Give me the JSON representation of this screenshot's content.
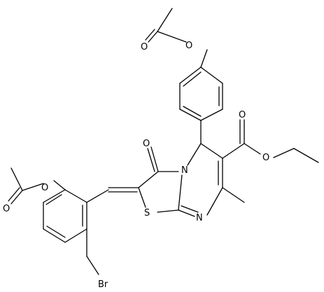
{
  "diagram": {
    "atoms": {
      "o_acetyl_top_ether": "O",
      "o_acetyl_top_carbonyl": "O",
      "o_acetyl_left_ether": "O",
      "o_acetyl_left_carbonyl": "O",
      "o_ring_carbonyl": "O",
      "o_ester_carbonyl": "O",
      "o_ester_ether": "O",
      "n_ring_fused": "N",
      "n_ring_imine": "N",
      "s_thiazole": "S",
      "br": "Br"
    }
  }
}
